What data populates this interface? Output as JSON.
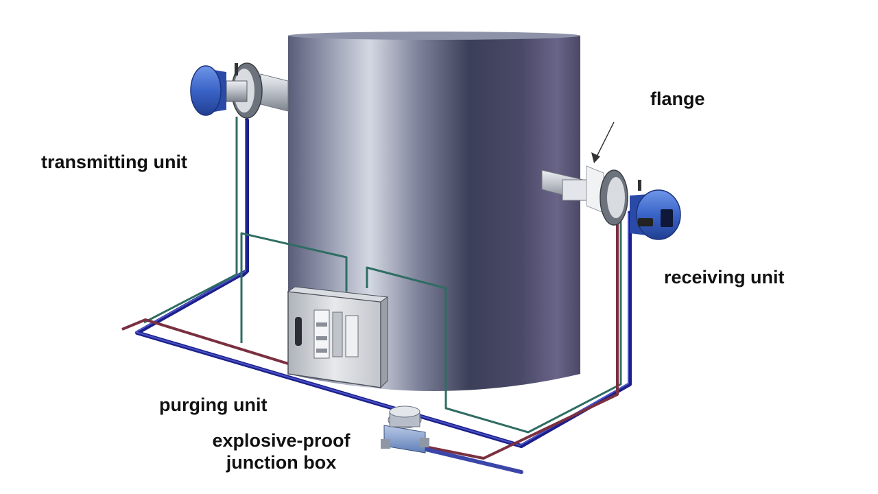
{
  "labels": {
    "transmitting_unit": "transmitting unit",
    "flange": "flange",
    "receiving_unit": "receiving unit",
    "purging_unit": "purging unit",
    "junction_box_line1": "explosive-proof",
    "junction_box_line2": "junction box"
  },
  "colors": {
    "background": "#ffffff",
    "tower_dark": "#3a3c55",
    "tower_light": "#c8ccd8",
    "unit_blue": "#3a64c8",
    "pipe_navy": "#1c1f8a",
    "pipe_green": "#2f6d63",
    "pipe_maroon": "#7a3040",
    "metal": "#c9cdd2"
  }
}
